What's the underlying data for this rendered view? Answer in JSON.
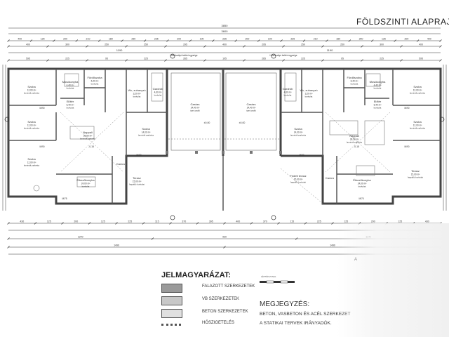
{
  "title": "FÖLDSZINTI ALAPRAJ",
  "legend": {
    "title": "JELMAGYARÁZAT:",
    "items": [
      {
        "label": "FALAZOTT SZERKEZETEK",
        "color": "#9a9a9a"
      },
      {
        "label": "VB SZERKEZETEK",
        "color": "#c8c8c8"
      },
      {
        "label": "BETON SZERKEZETEK",
        "color": "#e0e0e0"
      },
      {
        "label": "HŐSZIGETELÉS",
        "color": "#d0d0d0"
      }
    ]
  },
  "note": {
    "title": "MEGJEGYZÉS:",
    "lines": [
      "BETON, VASBETON ÉS ACÉL SZERKEZET",
      "A STATIKAI TERVEK IRÁNYADÓK."
    ]
  },
  "section_marker": "A",
  "scale_label": "LÉPTÉKVONAL",
  "dims": {
    "total_top": "3850",
    "total_top2": "3600",
    "half_left": "1190",
    "half_right": "1190",
    "row1": [
      "400",
      "125",
      "200",
      "210",
      "180",
      "250",
      "235",
      "200",
      "100",
      "235",
      "200",
      "100",
      "235",
      "210",
      "180",
      "250",
      "125",
      "200",
      "400"
    ],
    "row2": [
      "400",
      "300",
      "250",
      "250",
      "295",
      "400",
      "295",
      "250",
      "250",
      "300",
      "400"
    ],
    "row3": [
      "595",
      "225",
      "95",
      "225",
      "265",
      "105",
      "265",
      "225",
      "95",
      "225",
      "595"
    ],
    "bottom1": [
      "430",
      "125",
      "200",
      "125",
      "225",
      "115",
      "370",
      "395",
      "400",
      "370",
      "115",
      "225",
      "125",
      "200",
      "125",
      "430"
    ],
    "bottom2": [
      "1240",
      "930",
      "1240"
    ],
    "bottom3": [
      "1490",
      "1490"
    ]
  },
  "rooms_left": [
    {
      "name": "Szoba",
      "area": "12,00 m²",
      "floor": "laminált parketta"
    },
    {
      "name": "Mosókonyha",
      "area": "4,40 m²",
      "floor": "burkolat"
    },
    {
      "name": "Fürdőszoba",
      "area": "6,40 m²",
      "floor": "burkolat"
    },
    {
      "name": "Előtér",
      "area": "6,40 m²",
      "floor": "burkolat"
    },
    {
      "name": "Szoba",
      "area": "12,00 m²",
      "floor": "laminált parketta"
    },
    {
      "name": "Szoba",
      "area": "12,00 m²",
      "floor": "laminált parketta"
    },
    {
      "name": "Nappali",
      "area": "39,50 m²",
      "floor": "laminált parketta"
    },
    {
      "name": "Étkezőkonyha",
      "area": "24,00 m²",
      "floor": "burkolat"
    },
    {
      "name": "Wc, zuhanyzó",
      "area": "3,20 m²",
      "floor": "burkolat"
    },
    {
      "name": "Gardrób",
      "area": "4,60 m²",
      "floor": "burkolat"
    },
    {
      "name": "Szoba",
      "area": "14,00 m²",
      "floor": "laminált parketta"
    },
    {
      "name": "Kamra",
      "area": "",
      "floor": ""
    },
    {
      "name": "Terasz",
      "area": "15,00 m²",
      "floor": "fagyálló burkolat"
    }
  ],
  "rooms_right": [
    {
      "name": "Szoba",
      "area": "12,00 m²",
      "floor": "laminált parketta"
    },
    {
      "name": "Mosókonyha",
      "area": "4,40 m²",
      "floor": "burkolat"
    },
    {
      "name": "Fürdőszoba",
      "area": "6,40 m²",
      "floor": "burkolat"
    },
    {
      "name": "Előtér",
      "area": "6,40 m²",
      "floor": "burkolat"
    },
    {
      "name": "Szoba",
      "area": "12,00 m²",
      "floor": "laminált parketta"
    },
    {
      "name": "Nappali",
      "area": "39,50 m²",
      "floor": "laminált parketta"
    },
    {
      "name": "Étkezőkonyha",
      "area": "24,00 m²",
      "floor": "burkolat"
    },
    {
      "name": "Wc, zuhanyzó",
      "area": "3,20 m²",
      "floor": "burkolat"
    },
    {
      "name": "Gardrób",
      "area": "4,60 m²",
      "floor": "burkolat"
    },
    {
      "name": "Szoba",
      "area": "14,00 m²",
      "floor": "laminált parketta"
    },
    {
      "name": "Kamra",
      "area": "",
      "floor": ""
    },
    {
      "name": "Fedett terasz",
      "area": "15,00 m²",
      "floor": "fagyálló burkolat"
    },
    {
      "name": "Terasz",
      "area": "15,00 m²",
      "floor": "fagyálló burkolat"
    }
  ],
  "garages": [
    {
      "name": "Garázs",
      "area": "24,40 m²",
      "floor": "ipari padló"
    },
    {
      "name": "Garázs",
      "area": "24,40 m²",
      "floor": "ipari padló"
    }
  ],
  "attic_labels": [
    "Hőszivattyú beltéri egysége",
    "Hőszivattyú beltéri egysége"
  ],
  "levels": [
    "±0,00",
    "±0,00",
    "-0,15",
    "-0,15"
  ],
  "door_codes": [
    "M/90",
    "M/90",
    "M/90",
    "M/90",
    "M/90",
    "M/90",
    "M/75",
    "M/75"
  ]
}
